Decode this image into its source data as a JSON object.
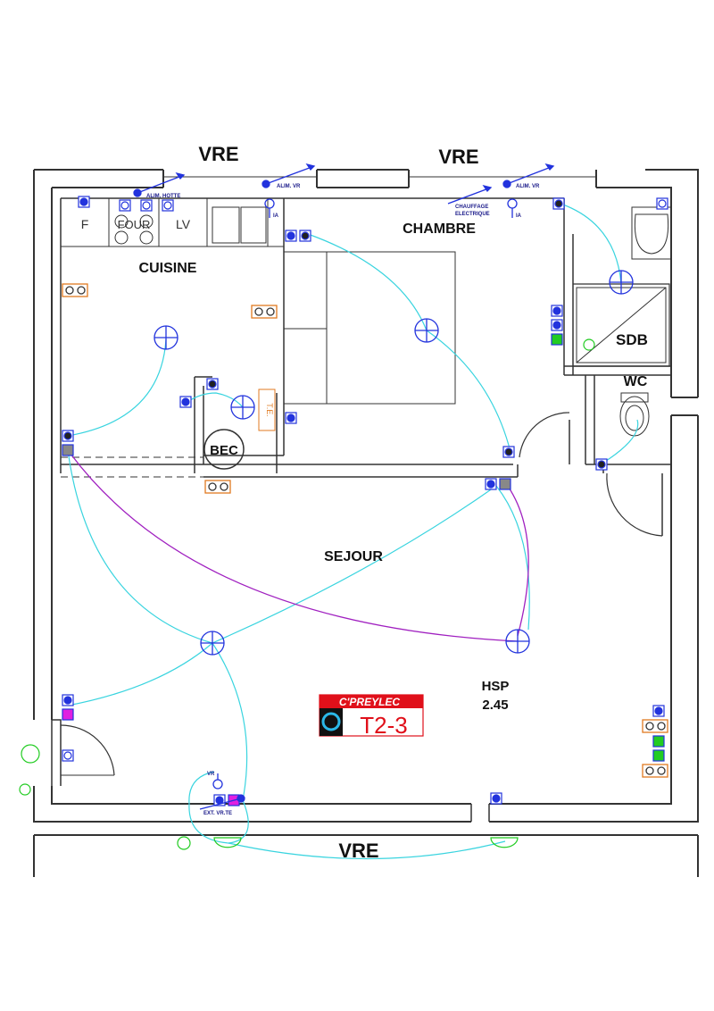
{
  "plan": {
    "shutter_labels": {
      "top_left": "VRE",
      "top_right": "VRE",
      "bottom": "VRE"
    },
    "rooms": {
      "kitchen": "CUISINE",
      "bedroom": "CHAMBRE",
      "living": "SEJOUR",
      "bathroom": "SDB",
      "toilet": "WC",
      "heater": "BEC"
    },
    "ceiling_height": {
      "label": "HSP",
      "value": "2.45"
    },
    "appliances": {
      "fridge": "F",
      "oven": "FOUR",
      "dishwasher": "LV"
    },
    "tags": {
      "hood_supply": "ALIM. HOTTE",
      "shutter_supply_1": "ALIM. VR",
      "shutter_supply_2": "ALIM. VR",
      "electric_heating": "CHAUFFAGE",
      "electric_heating_2": "ELECTRIQUE",
      "ia_1": "IA",
      "ia_2": "IA",
      "vr": "VR",
      "te": "T.E.",
      "ext_shutter": "EXT. VR.TE"
    },
    "logo": {
      "brand": "C'PREYLEC",
      "code": "T2-3"
    },
    "colors": {
      "wire": "#39d4df",
      "living_wire": "#a020c0",
      "socket": "#2233dd",
      "outlet_orange": "#e07a20",
      "green": "#22cc22",
      "magenta": "#e020e0",
      "logo_red": "#e0101a"
    }
  }
}
